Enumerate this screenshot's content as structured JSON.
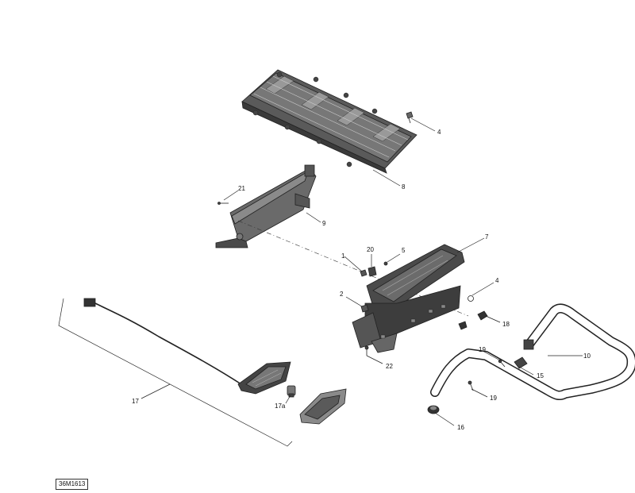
{
  "document_code": "36M1613",
  "callouts": {
    "c1": "1",
    "c2": "2",
    "c4a": "4",
    "c4b": "4",
    "c5": "5",
    "c7": "7",
    "c8": "8",
    "c9": "9",
    "c10": "10",
    "c15": "15",
    "c16": "16",
    "c17": "17",
    "c17a": "17a",
    "c18": "18",
    "c19a": "19",
    "c19b": "19",
    "c20": "20",
    "c21": "21",
    "c22": "22"
  }
}
